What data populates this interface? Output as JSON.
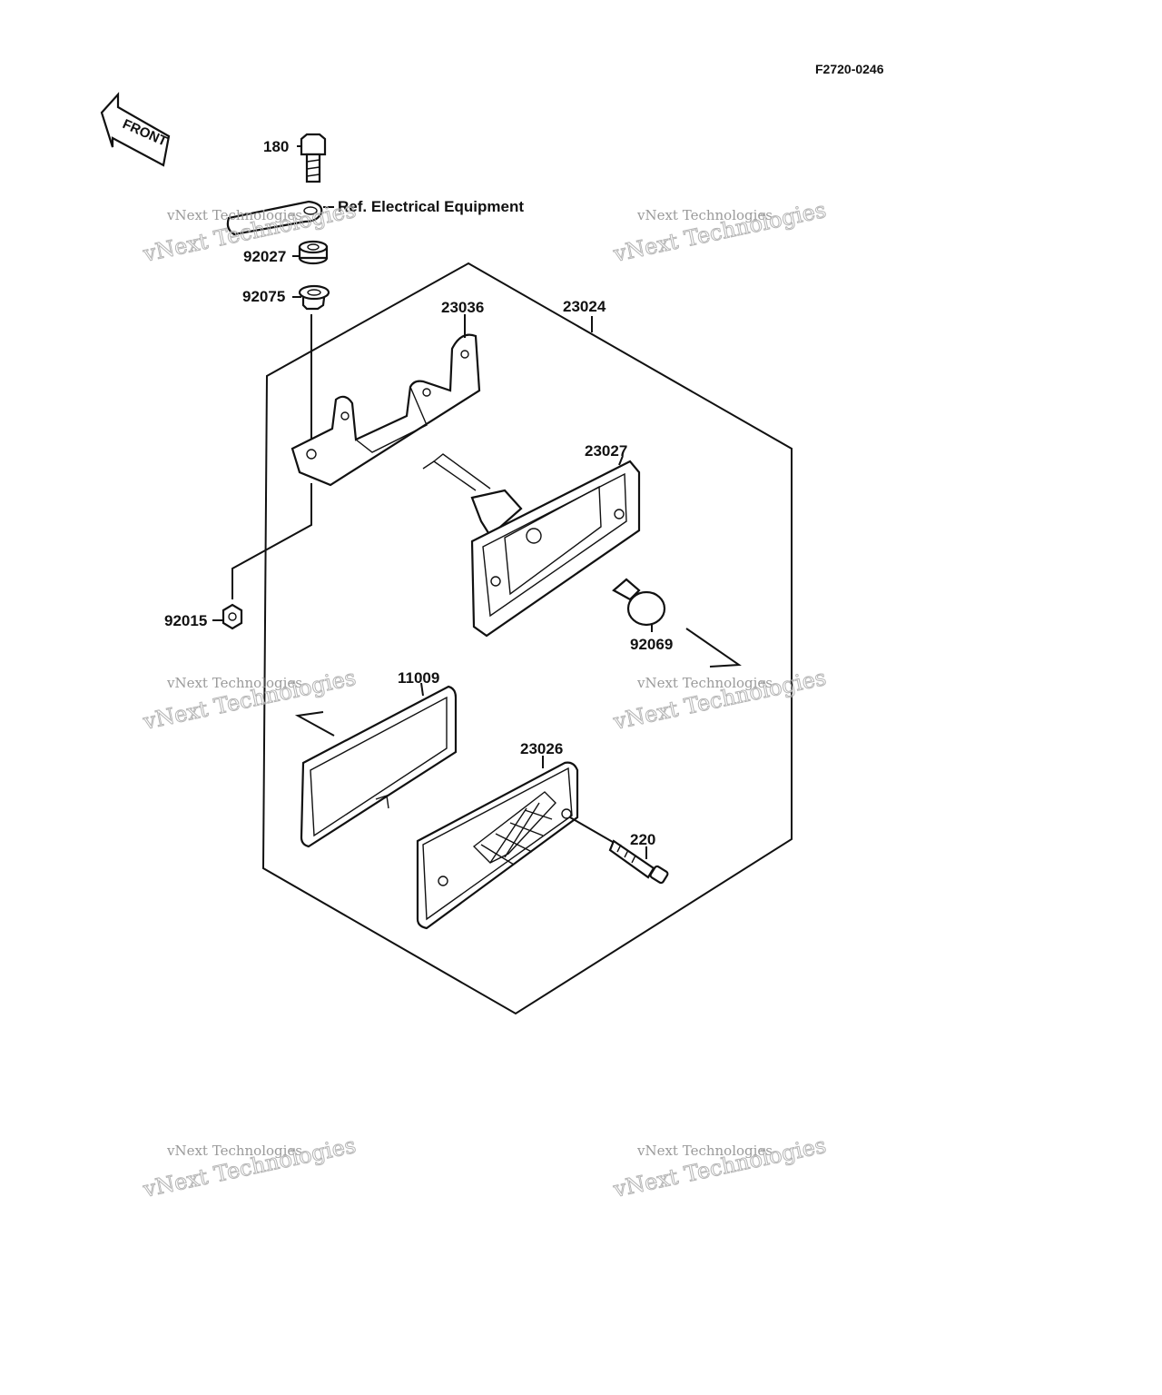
{
  "figure_code": "F2720-0246",
  "front_label": "FRONT",
  "reference_note": "Ref. Electrical Equipment",
  "parts": {
    "p180": "180",
    "p92027": "92027",
    "p92075": "92075",
    "p23036": "23036",
    "p23024": "23024",
    "p23027": "23027",
    "p92015": "92015",
    "p92069": "92069",
    "p11009": "11009",
    "p23026": "23026",
    "p220": "220"
  },
  "watermark": {
    "line1": "vNext Technologies",
    "line2": "vNext Technologies"
  }
}
